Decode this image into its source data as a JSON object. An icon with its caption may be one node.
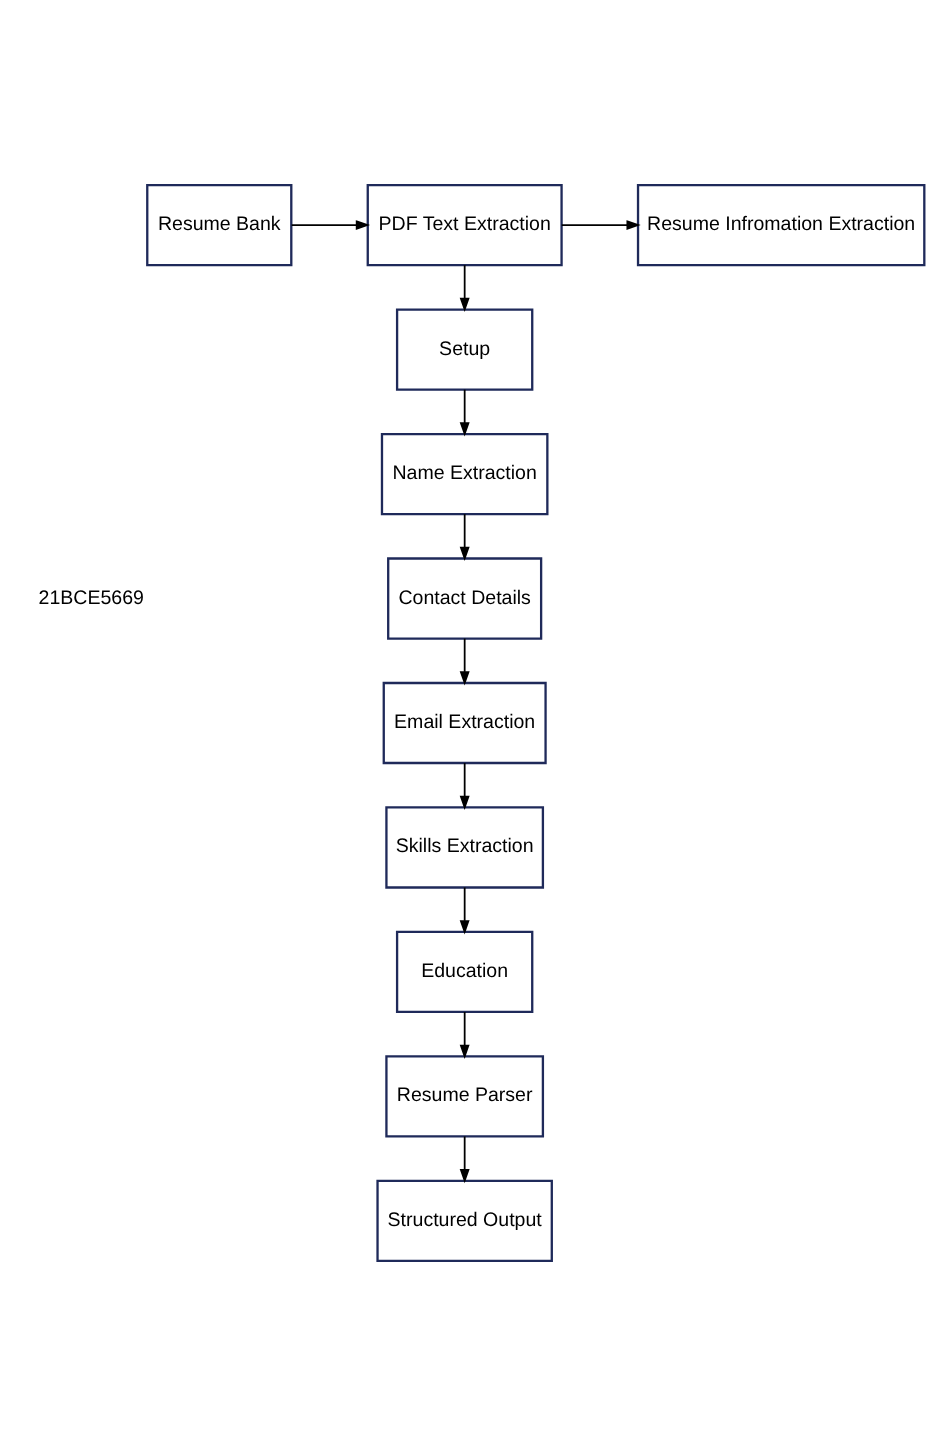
{
  "diagram": {
    "nodes": [
      {
        "text": [
          "Resume Bank"
        ]
      },
      {
        "text": [
          "PDF Text Extraction"
        ]
      },
      {
        "text": [
          "Resume Infromation Extraction"
        ]
      },
      {
        "text": [
          "Setup"
        ]
      },
      {
        "text": [
          "Name Extraction"
        ]
      },
      {
        "text": [
          "Contact Details"
        ]
      },
      {
        "text": [
          "Email Extraction"
        ]
      },
      {
        "text": [
          "Skills Extraction"
        ]
      },
      {
        "text": [
          "Education"
        ]
      },
      {
        "text": [
          "Resume Parser"
        ]
      },
      {
        "text": [
          "Structured Output"
        ]
      }
    ],
    "edges": [
      {
        "from": 0,
        "to": 1,
        "arrow": "to"
      },
      {
        "from": 1,
        "to": 2,
        "arrow": "to"
      },
      {
        "from": 1,
        "to": 3,
        "arrow": "to"
      },
      {
        "from": 3,
        "to": 4,
        "arrow": "to"
      },
      {
        "from": 4,
        "to": 5,
        "arrow": "to"
      },
      {
        "from": 5,
        "to": 6,
        "arrow": "to"
      },
      {
        "from": 6,
        "to": 7,
        "arrow": "to"
      },
      {
        "from": 7,
        "to": 8,
        "arrow": "to"
      },
      {
        "from": 8,
        "to": 9,
        "arrow": "to"
      },
      {
        "from": 9,
        "to": 10,
        "arrow": "to"
      }
    ],
    "labels": [
      "21BCE5669"
    ]
  }
}
